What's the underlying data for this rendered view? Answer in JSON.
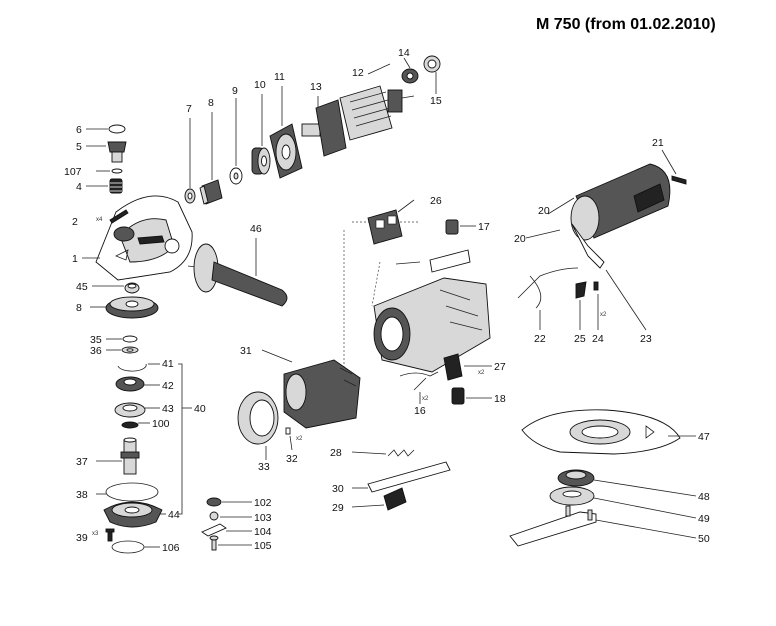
{
  "title": "M 750 (from 01.02.2010)",
  "labels": {
    "l1": "1",
    "l2": "2",
    "l4": "4",
    "l5": "5",
    "l6": "6",
    "l107": "107",
    "l7": "7",
    "l8a": "8",
    "l8b": "8",
    "l9": "9",
    "l10": "10",
    "l11": "11",
    "l12": "12",
    "l13": "13",
    "l14": "14",
    "l15": "15",
    "l16": "16",
    "l17": "17",
    "l18": "18",
    "l20": "20",
    "l21": "21",
    "l22": "22",
    "l23": "23",
    "l24": "24",
    "l25": "25",
    "l26": "26",
    "l27": "27",
    "l28": "28",
    "l29": "29",
    "l30": "30",
    "l31": "31",
    "l32": "32",
    "l33": "33",
    "l35": "35",
    "l36": "36",
    "l37": "37",
    "l38": "38",
    "l39": "39",
    "l40": "40",
    "l41": "41",
    "l42": "42",
    "l43": "43",
    "l44": "44",
    "l45": "45",
    "l46": "46",
    "l47": "47",
    "l48": "48",
    "l49": "49",
    "l50": "50",
    "l100": "100",
    "l102": "102",
    "l103": "103",
    "l104": "104",
    "l105": "105",
    "l106": "106"
  },
  "multipliers": {
    "m2": "x4",
    "m39": "x3",
    "m24": "x2",
    "m27": "x2",
    "m16": "x2",
    "m32": "x2"
  }
}
